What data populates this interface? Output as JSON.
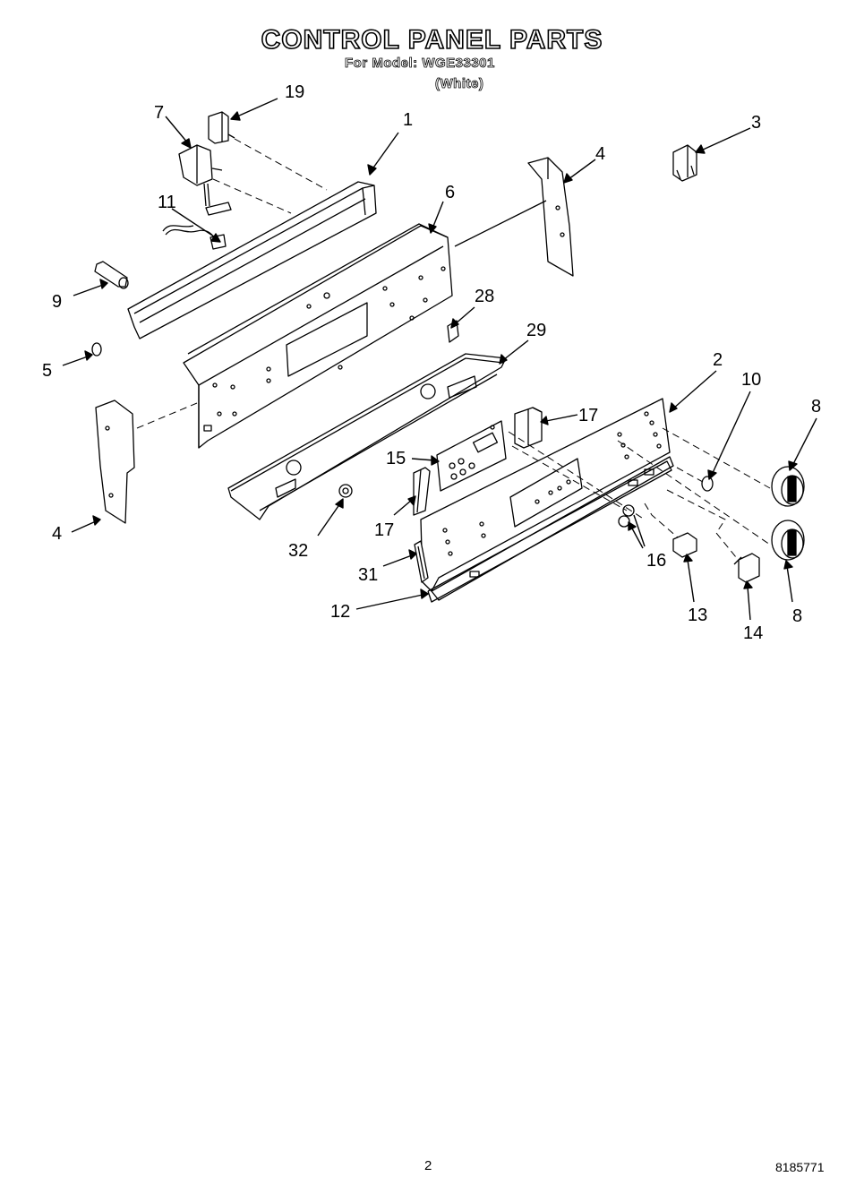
{
  "header": {
    "title": "CONTROL PANEL PARTS",
    "model_line": "For Model: WGE33301",
    "color_line": "(White)"
  },
  "footer": {
    "page_number": "2",
    "doc_number": "8185771"
  },
  "callouts": [
    "1",
    "2",
    "3",
    "4",
    "4",
    "5",
    "6",
    "7",
    "8",
    "8",
    "9",
    "10",
    "11",
    "12",
    "13",
    "14",
    "15",
    "16",
    "17",
    "17",
    "19",
    "28",
    "29",
    "31",
    "32"
  ]
}
